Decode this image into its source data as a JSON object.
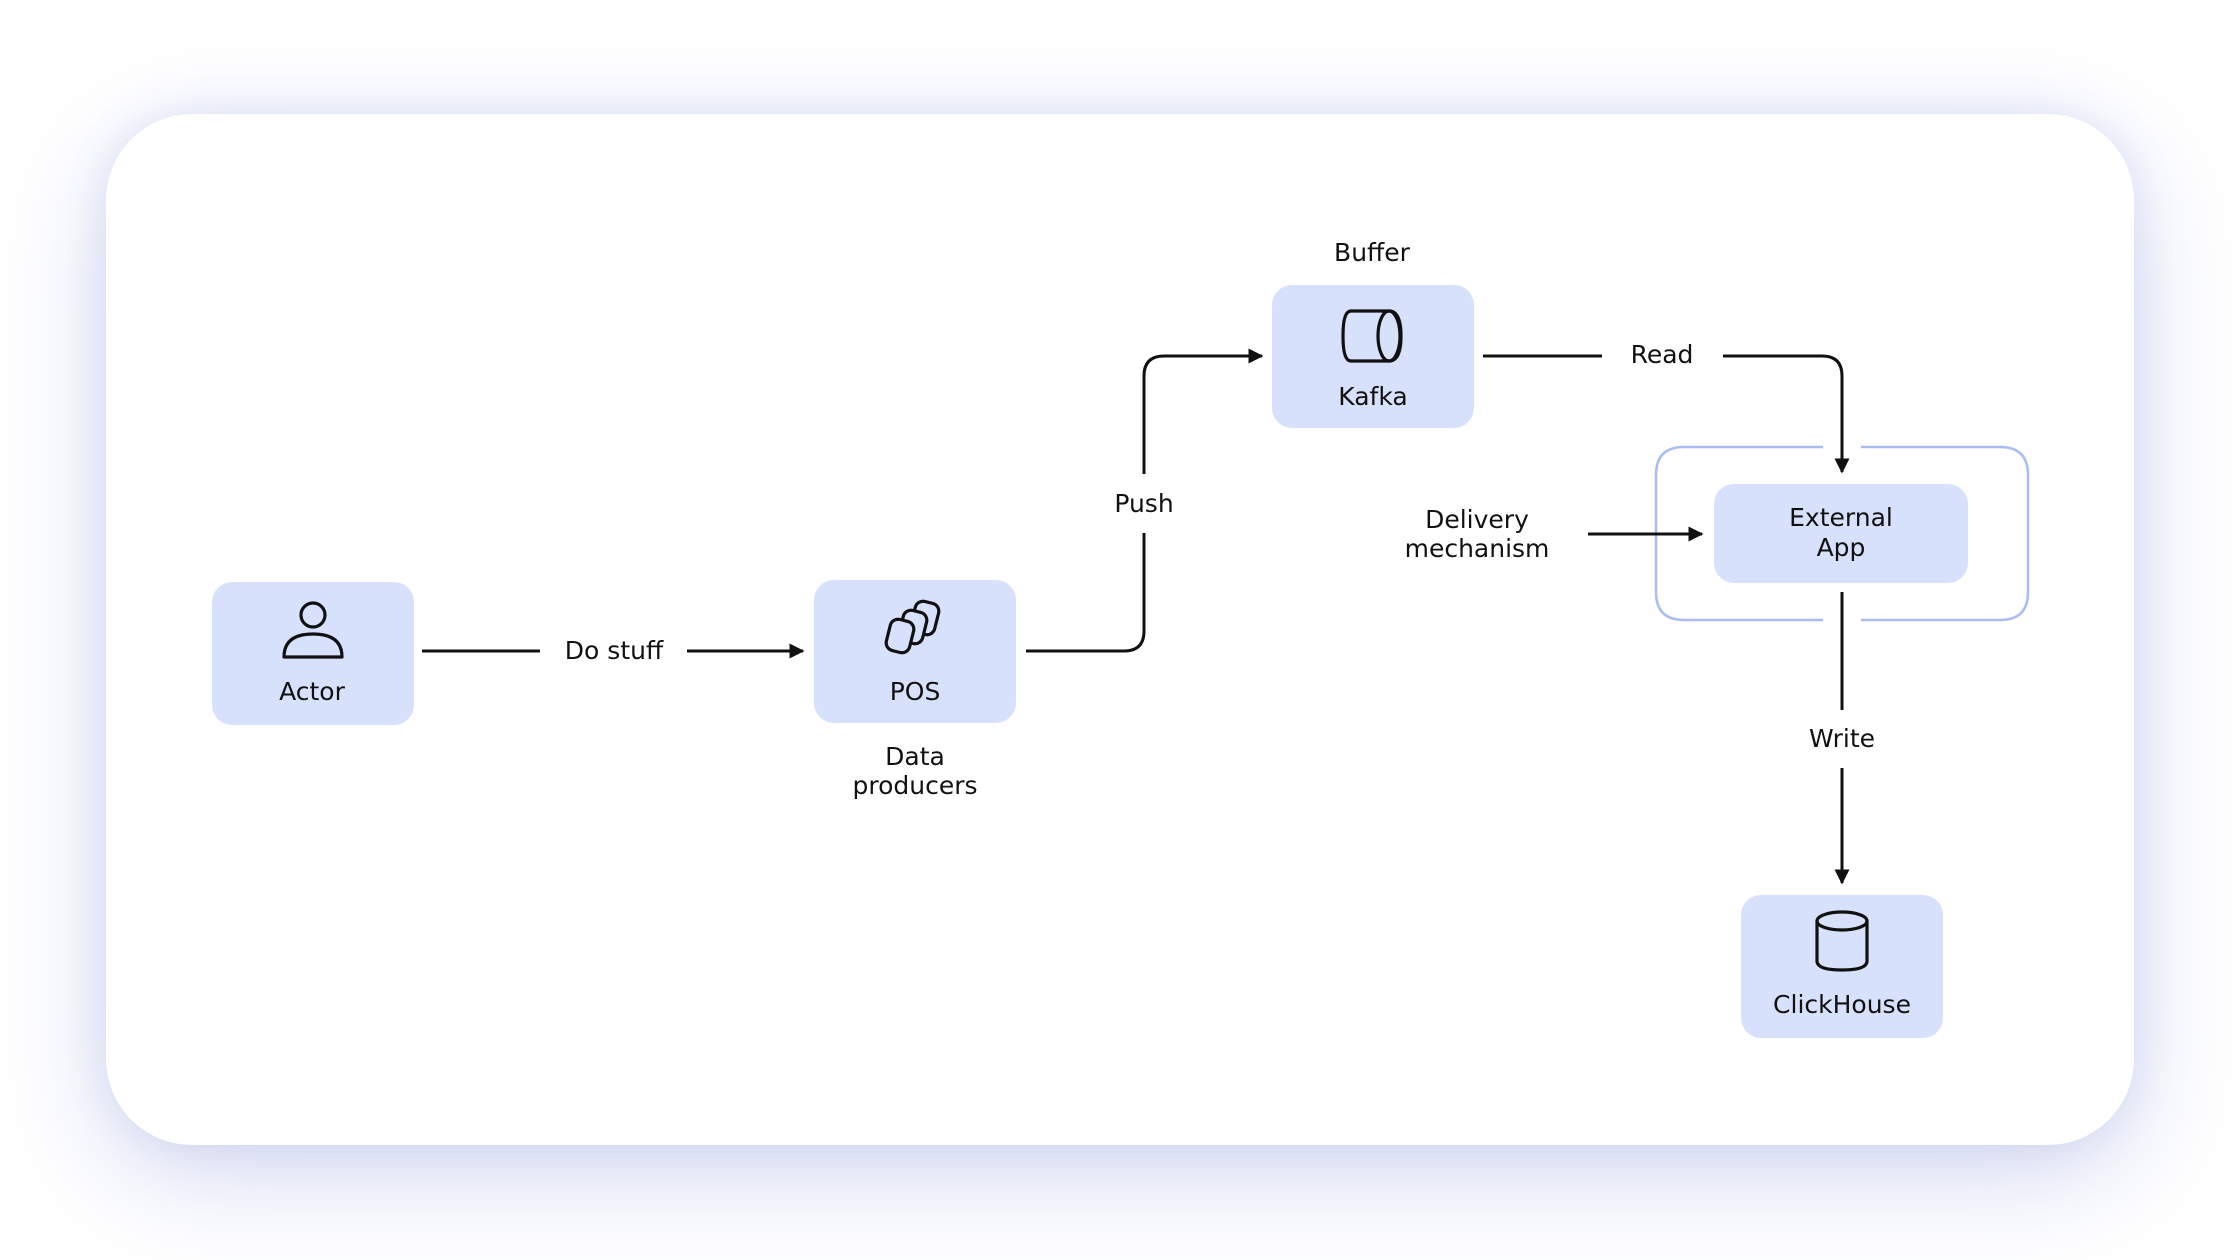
{
  "colors": {
    "node_fill": "#d8e1fc",
    "group_outline": "#a9bdf3",
    "line": "#111111",
    "shadow": "#b7c3ee"
  },
  "nodes": {
    "actor": {
      "label": "Actor",
      "icon": "user-icon"
    },
    "pos": {
      "label": "POS",
      "icon": "stacked-cards-icon",
      "caption_line1": "Data",
      "caption_line2": "producers"
    },
    "kafka": {
      "label": "Kafka",
      "icon": "cylinder-horizontal-icon",
      "caption": "Buffer"
    },
    "external_app": {
      "label_line1": "External",
      "label_line2": "App",
      "caption_line1": "Delivery",
      "caption_line2": "mechanism"
    },
    "clickhouse": {
      "label": "ClickHouse",
      "icon": "database-cylinder-icon"
    }
  },
  "edges": {
    "actor_to_pos": "Do stuff",
    "pos_to_kafka": "Push",
    "kafka_to_app": "Read",
    "app_to_clickhouse": "Write"
  }
}
